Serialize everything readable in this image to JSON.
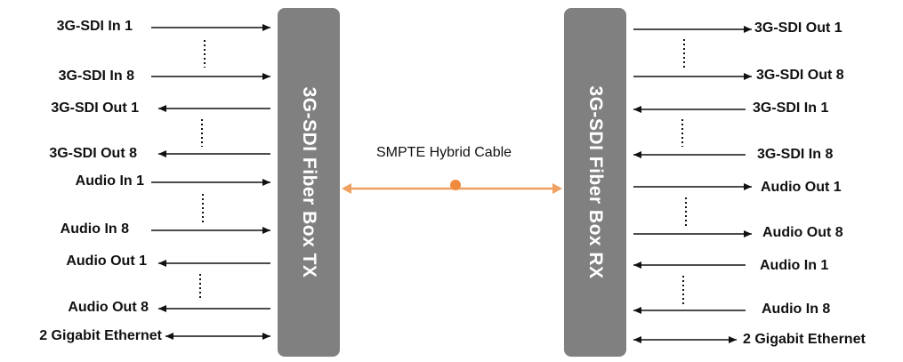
{
  "tx_box": {
    "title": "3G-SDI Fiber Box TX"
  },
  "rx_box": {
    "title": "3G-SDI Fiber Box RX"
  },
  "cable": {
    "label": "SMPTE Hybrid Cable",
    "color": "#F0A060",
    "dot_color": "#F08A3C"
  },
  "tx_ports": [
    {
      "label": "3G-SDI In 1",
      "direction": "in"
    },
    {
      "label": "3G-SDI In 8",
      "direction": "in"
    },
    {
      "label": "3G-SDI Out 1",
      "direction": "out"
    },
    {
      "label": "3G-SDI Out 8",
      "direction": "out"
    },
    {
      "label": "Audio In 1",
      "direction": "in"
    },
    {
      "label": "Audio In 8",
      "direction": "in"
    },
    {
      "label": "Audio Out 1",
      "direction": "out"
    },
    {
      "label": "Audio Out 8",
      "direction": "out"
    },
    {
      "label": "2 Gigabit Ethernet",
      "direction": "both"
    }
  ],
  "rx_ports": [
    {
      "label": "3G-SDI Out 1",
      "direction": "out"
    },
    {
      "label": "3G-SDI Out 8",
      "direction": "out"
    },
    {
      "label": "3G-SDI In 1",
      "direction": "in"
    },
    {
      "label": "3G-SDI In 8",
      "direction": "in"
    },
    {
      "label": "Audio Out 1",
      "direction": "out"
    },
    {
      "label": "Audio Out 8",
      "direction": "out"
    },
    {
      "label": "Audio In 1",
      "direction": "in"
    },
    {
      "label": "Audio In 8",
      "direction": "in"
    },
    {
      "label": "2 Gigabit Ethernet",
      "direction": "both"
    }
  ],
  "colors": {
    "box": "#808080",
    "arrow": "#111111"
  }
}
